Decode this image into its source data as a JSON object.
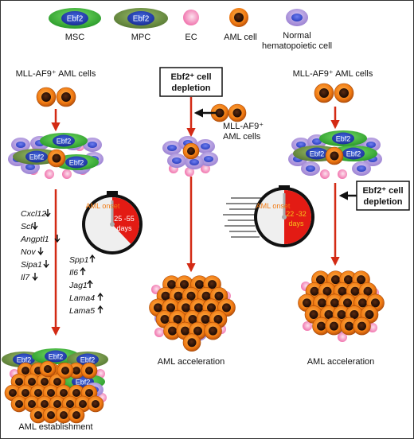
{
  "legend": {
    "ebf2_tag": "Ebf2",
    "msc": "MSC",
    "mpc": "MPC",
    "ec": "EC",
    "aml": "AML cell",
    "normal_line1": "Normal",
    "normal_line2": "hematopoietic cell"
  },
  "panel_left": {
    "title": "MLL-AF9⁺ AML cells",
    "niche_tags": [
      "Ebf2",
      "Ebf2",
      "Ebf2"
    ],
    "down_genes": [
      "Cxcl12",
      "Scf",
      "Angptl1",
      "Nov",
      "Sipa1",
      "Il7"
    ],
    "up_genes": [
      "Spp1",
      "Il6",
      "Jag1",
      "Lama4",
      "Lama5"
    ],
    "timer_onset": "AML onset",
    "timer_days_line1": "25 -55",
    "timer_days_line2": "days",
    "timer_fraction": 0.38,
    "bottom_tags": [
      "Ebf2",
      "Ebf2",
      "Ebf2",
      "Ebf2"
    ],
    "caption": "AML establishment"
  },
  "panel_middle": {
    "box_line1": "Ebf2⁺ cell",
    "box_line2": "depletion",
    "side_line1": "MLL-AF9⁺",
    "side_line2": "AML cells",
    "timer_onset": "AML onset",
    "timer_days_line1": "22 -32",
    "timer_days_line2": "days",
    "timer_fraction": 0.5,
    "caption": "AML acceleration"
  },
  "panel_right": {
    "title": "MLL-AF9⁺ AML cells",
    "niche_tags": [
      "Ebf2",
      "Ebf2",
      "Ebf2",
      "Ebf2"
    ],
    "box_line1": "Ebf2⁺ cell",
    "box_line2": "depletion",
    "caption": "AML acceleration"
  },
  "colors": {
    "msc_green": "#2fb02f",
    "mpc_green": "#5e8a3c",
    "ebf2_blue": "#1f3fb8",
    "aml_orange": "#f07a12",
    "ec_pink": "#f06aa8",
    "normal_purple": "#a98ed8",
    "arrow_red": "#d32a14",
    "timer_red": "#e31b14"
  }
}
